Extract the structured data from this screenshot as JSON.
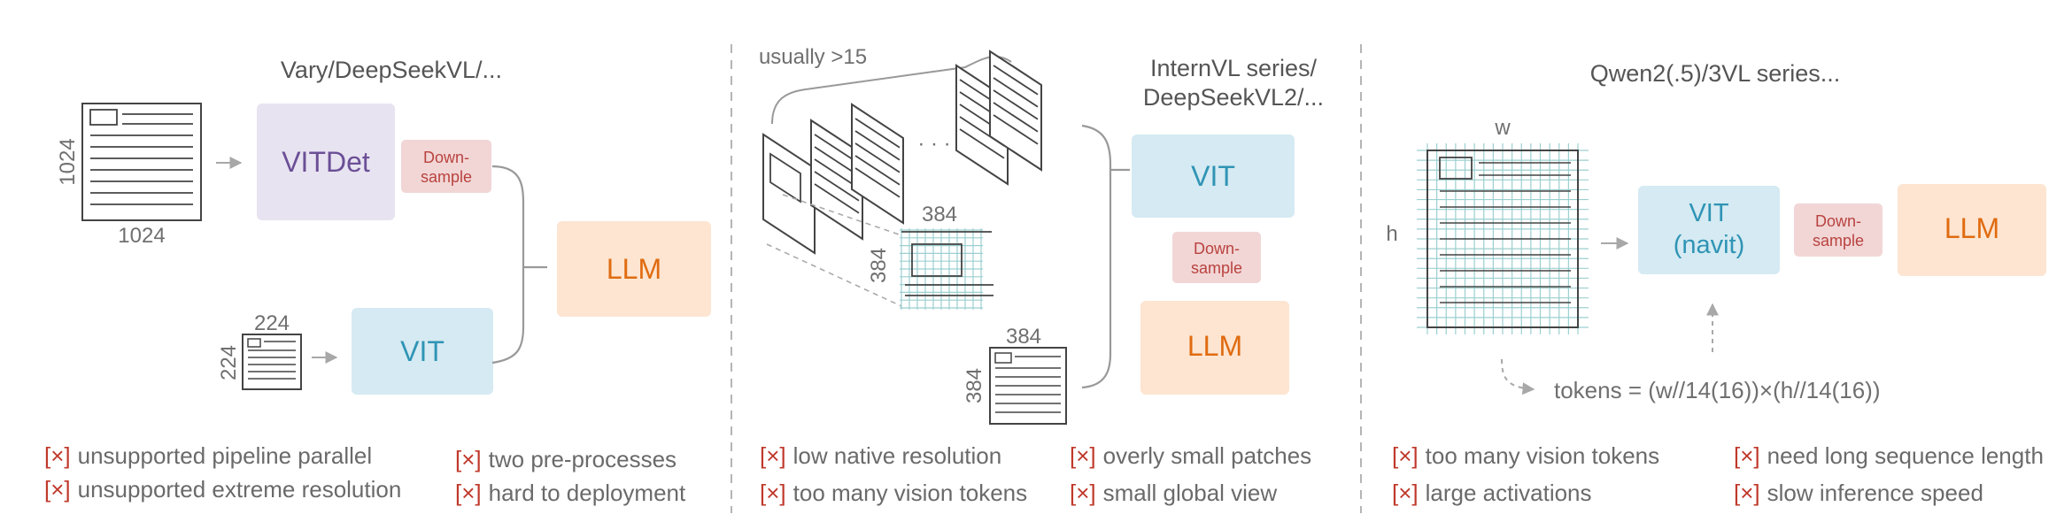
{
  "panels": [
    {
      "title": "Vary/DeepSeekVL/...",
      "doc_large": {
        "width_label": "1024",
        "height_label": "1024"
      },
      "doc_small": {
        "width_label": "224",
        "height_label": "224"
      },
      "vitdet_label": "VITDet",
      "downsample_label": [
        "Down-",
        "sample"
      ],
      "vit_label": "VIT",
      "llm_label": "LLM",
      "issues_left": [
        "unsupported pipeline  parallel",
        "unsupported extreme resolution"
      ],
      "issues_right": [
        "two pre-processes",
        "hard to deployment"
      ]
    },
    {
      "title_lines": [
        "InternVL series/",
        "DeepSeekVL2/..."
      ],
      "tiles_note": "usually >15",
      "ellipsis": "· · ·",
      "tile_width_label": "384",
      "tile_height_label": "384",
      "doc_width_label": "384",
      "doc_height_label": "384",
      "vit_label": "VIT",
      "downsample_label": [
        "Down-",
        "sample"
      ],
      "llm_label": "LLM",
      "issues_left": [
        "low native resolution",
        "too many vision tokens"
      ],
      "issues_right": [
        "overly small patches",
        "small global view"
      ]
    },
    {
      "title": "Qwen2(.5)/3VL series...",
      "width_label": "w",
      "height_label": "h",
      "vit_label": [
        "VIT",
        "(navit)"
      ],
      "downsample_label": [
        "Down-",
        "sample"
      ],
      "llm_label": "LLM",
      "tokens_formula": "tokens = (w//14(16))×(h//14(16))",
      "issues_left": [
        "too many vision tokens",
        "large activations"
      ],
      "issues_right": [
        "need long sequence length",
        "slow inference speed"
      ]
    }
  ],
  "issue_marker": "[×]",
  "colors": {
    "vitdet_fill": "#e8e3f1",
    "vitdet_text": "#6b4f96",
    "vit_fill": "#d5eaf2",
    "vit_text": "#2f94b5",
    "downsample_fill": "#f2d6d6",
    "downsample_text": "#b8433f",
    "llm_fill": "#fde5d1",
    "llm_text": "#e06b10",
    "marker": "#c0392b",
    "issue_text": "#6a6a6a"
  }
}
